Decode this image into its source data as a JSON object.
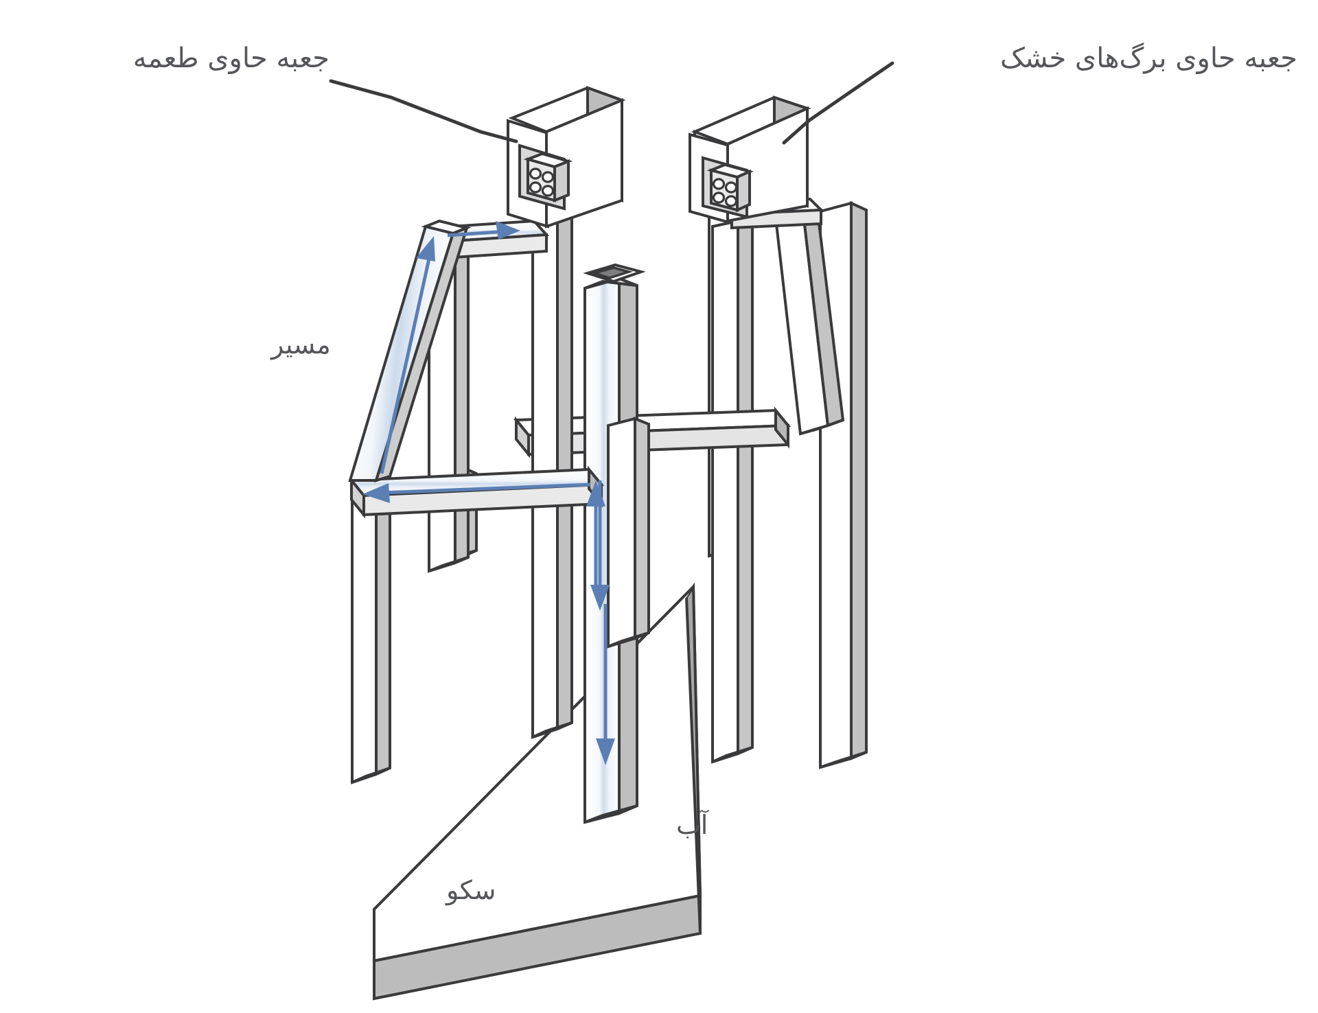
{
  "figure": {
    "type": "technical-line-diagram",
    "subject": "apparatus with two elevated boxes, connecting beams, ramps and a platform",
    "language": "fa",
    "background_color": "#ffffff",
    "line_color": "#3a3a3c",
    "fill_light": "#ffffff",
    "fill_shade": "#b9b9b9",
    "fill_mid": "#d6d6d6",
    "arrow_color": "#5b7fb4"
  },
  "labels": {
    "bait_box": "جعبه حاوی طعمه",
    "leaf_box": "جعبه حاوی برگ‌های خشک",
    "path": "مسیر",
    "water": "آب",
    "platform": "سکو"
  },
  "parts": {
    "left_box_name": "جعبه حاوی طعمه",
    "right_box_name": "جعبه حاوی برگ‌های خشک",
    "connector_holes": 4,
    "arrow_count": 6,
    "ramp_count": 2
  }
}
